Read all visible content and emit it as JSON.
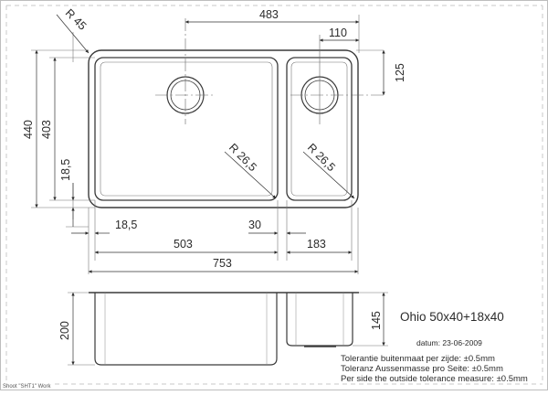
{
  "drawing": {
    "title": "Ohio 50x40+18x40",
    "date_label": "datum: 23-06-2009",
    "tolerance_lines": [
      "Tolerantie buitenmaat per zijde: ±0.5mm",
      "Toleranz Aussenmasse pro Seite: ±0.5mm",
      "Per side the outside tolerance measure: ±0.5mm"
    ],
    "sheet_label": "Shoot \"SHT1\" Work",
    "colors": {
      "line": "#3a3a3a",
      "dim": "#555555",
      "frame": "#bdbdbd",
      "background": "#ffffff"
    }
  },
  "top_view": {
    "dimensions": {
      "outer_radius": "R 45",
      "overall_width_top": "483",
      "small_drain_offset": "110",
      "small_drain_from_top": "125",
      "overall_height": "440",
      "inner_height": "403",
      "bottom_margin_v": "18,5",
      "inner_radius_large": "R 26,5",
      "inner_radius_small": "R 26,5",
      "left_margin_h": "18,5",
      "divider_gap": "30",
      "large_bowl_width": "503",
      "small_bowl_width": "183",
      "overall_width": "753"
    }
  },
  "side_view": {
    "dimensions": {
      "large_bowl_depth": "200",
      "small_bowl_depth": "145"
    }
  }
}
